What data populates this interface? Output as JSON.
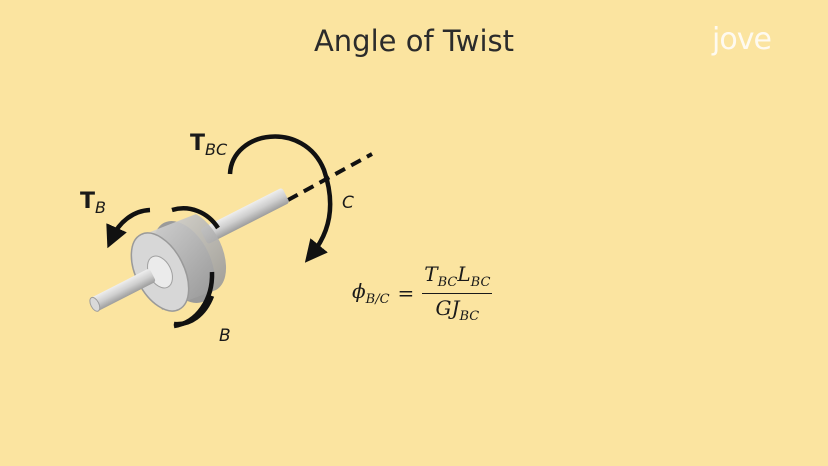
{
  "title": "Angle of Twist",
  "brand": {
    "logo_text": "jove"
  },
  "labels": {
    "torque_bc_main": "T",
    "torque_bc_sub": "BC",
    "torque_b_main": "T",
    "torque_b_sub": "B",
    "point_b": "B",
    "point_c": "C"
  },
  "formula": {
    "lhs_symbol": "ϕ",
    "lhs_sub": "B/C",
    "equals": "=",
    "num_t": "T",
    "num_t_sub": "BC",
    "num_l": "L",
    "num_l_sub": "BC",
    "den": "GJ",
    "den_sub": "BC"
  },
  "colors": {
    "background": "#fbe4a0",
    "arrow": "#111111",
    "shaft": "#c8c8c8",
    "disk": "#b9b9b9"
  }
}
